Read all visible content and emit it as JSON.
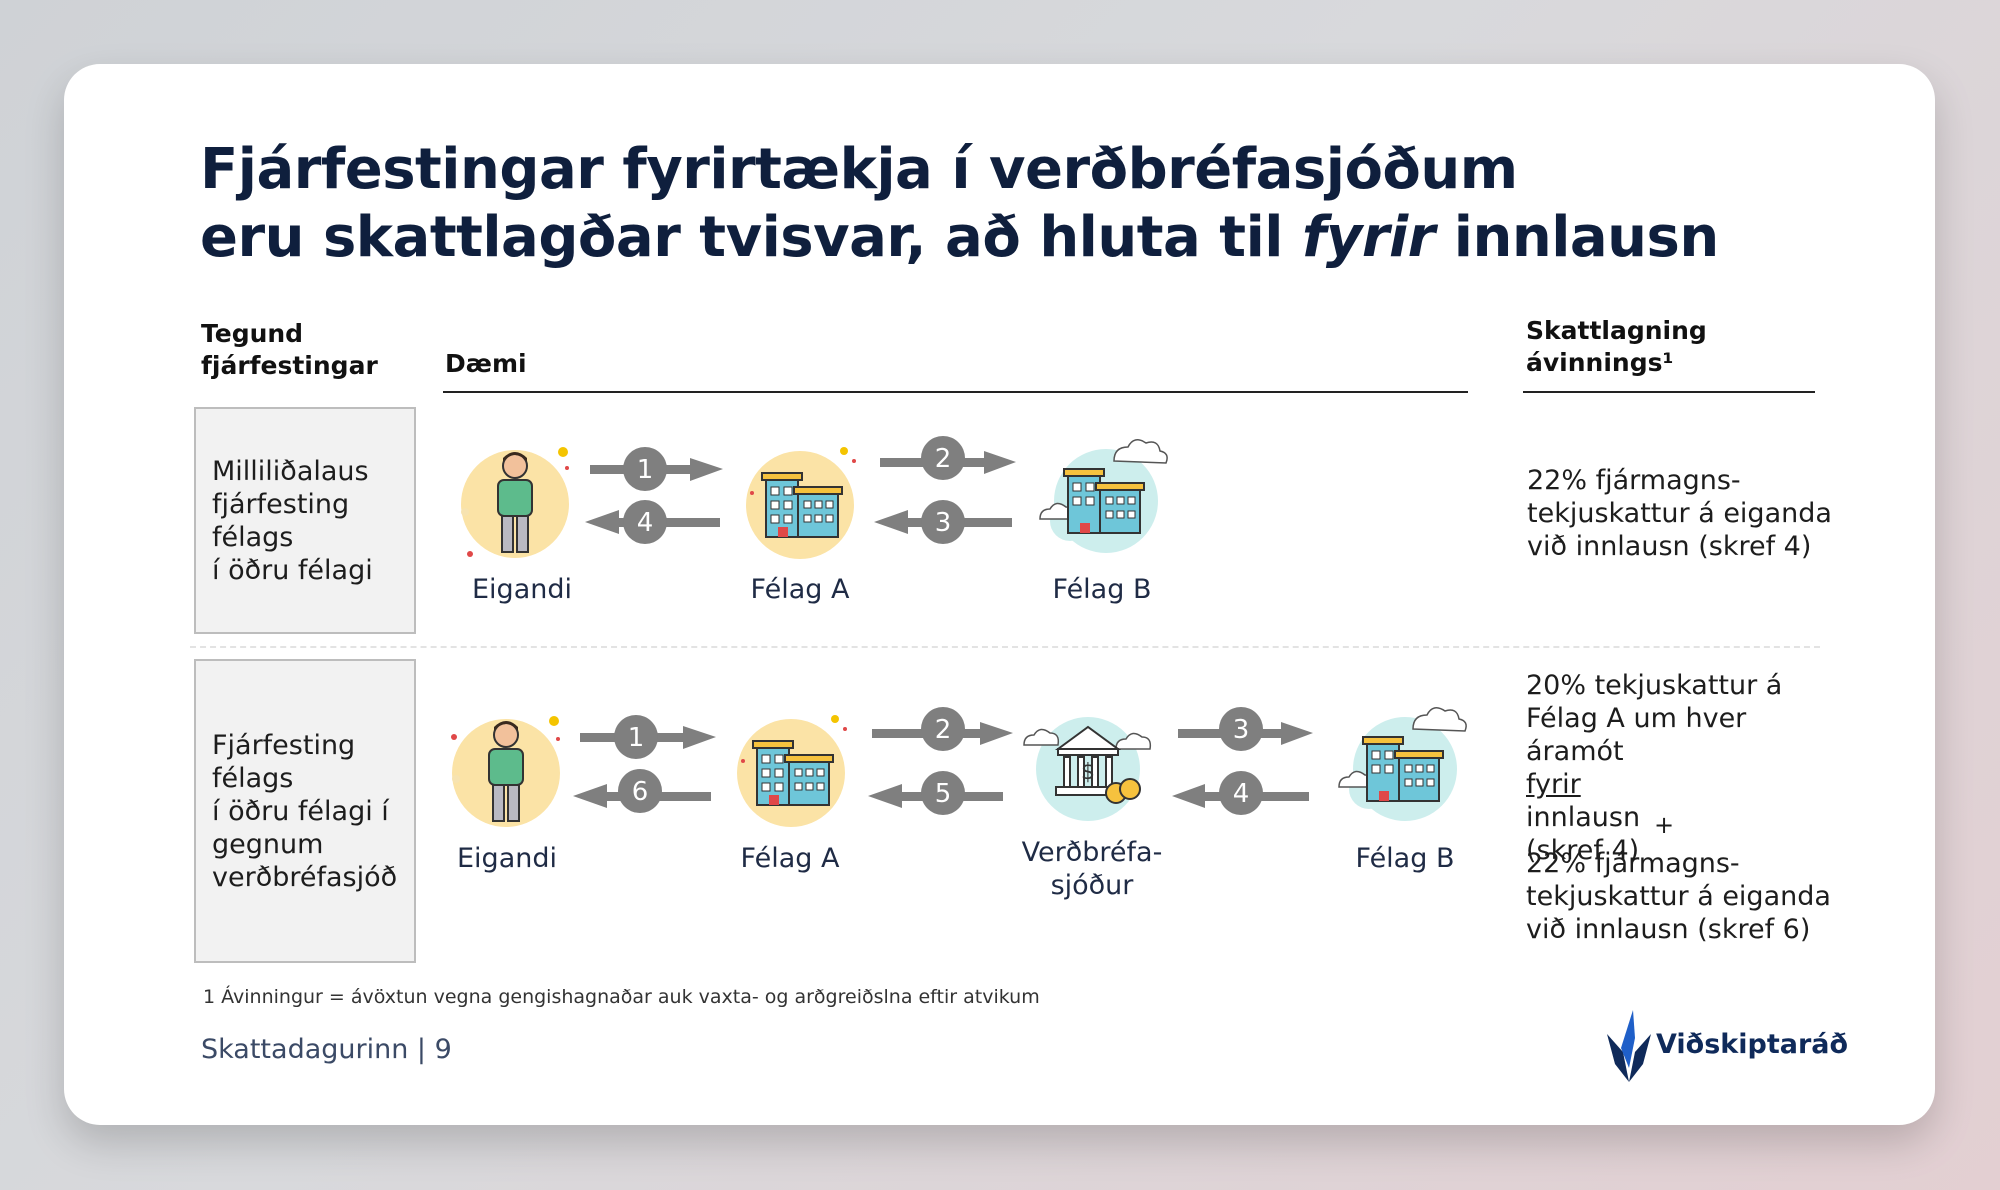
{
  "title": {
    "line1": "Fjárfestingar fyrirtækja í verðbréfasjóðum",
    "line2_a": "eru skattlagðar tvisvar, að hluta til ",
    "line2_italic": "fyrir",
    "line2_b": " innlausn"
  },
  "headers": {
    "type": [
      "Tegund",
      "fjárfestingar"
    ],
    "example": "Dæmi",
    "taxation": [
      "Skattlagning",
      "ávinnings¹"
    ]
  },
  "row1": {
    "type_lines": [
      "Milliliðalaus",
      "fjárfesting",
      "félags",
      "í öðru félagi"
    ],
    "nodes": [
      "Eigandi",
      "Félag A",
      "Félag B"
    ],
    "steps": [
      "1",
      "4",
      "2",
      "3"
    ],
    "tax_lines": [
      "22% fjármagns-",
      "tekjuskattur á eiganda",
      "við innlausn (skref 4)"
    ]
  },
  "row2": {
    "type_lines": [
      "Fjárfesting",
      "félags",
      "í öðru félagi í",
      "gegnum",
      "verðbréfasjóð"
    ],
    "nodes": [
      "Eigandi",
      "Félag A",
      "Verðbréfa-",
      "sjóður",
      "Félag B"
    ],
    "steps": [
      "1",
      "6",
      "2",
      "5",
      "3",
      "4"
    ],
    "tax_a_lines": [
      "20% tekjuskattur á",
      "Félag A um hver"
    ],
    "tax_a_line3_pre": "áramót ",
    "tax_a_line3_u": "fyrir",
    "tax_a_line3_post": " innlausn",
    "tax_a_line4": "(skref 4)",
    "plus": "+",
    "tax_b_lines": [
      "22% fjármagns-",
      "tekjuskattur á eiganda",
      "við innlausn (skref 6)"
    ]
  },
  "footnote": "1 Ávinningur = ávöxtun vegna gengishagnaðar auk vaxta- og arðgreiðslna eftir atvikum",
  "page_info": "Skattadagurinn | 9",
  "logo": "Viðskiptaráð",
  "colors": {
    "title": "#0f1f3d",
    "arrow": "#7f7f7f",
    "circle_yellow": "#fbe3a6",
    "cloud_teal": "#cdeeed",
    "building_blue": "#6ec6d9",
    "logo_navy": "#0f2a5a"
  }
}
